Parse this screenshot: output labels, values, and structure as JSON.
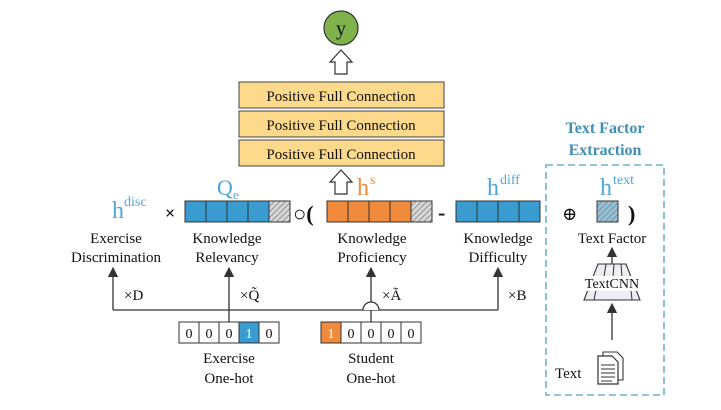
{
  "output": {
    "label": "y"
  },
  "fc_layers": [
    "Positive Full Connection",
    "Positive Full Connection",
    "Positive Full Connection"
  ],
  "vectors": {
    "h_disc": {
      "base": "h",
      "sup": "disc"
    },
    "q_e": {
      "base": "Q",
      "sub": "e"
    },
    "h_s": {
      "base": "h",
      "sup": "s"
    },
    "h_diff": {
      "base": "h",
      "sup": "diff"
    },
    "h_text": {
      "base": "h",
      "sup": "text"
    }
  },
  "operators": {
    "times": "×",
    "hadamard_open": "○(",
    "minus": "-",
    "oplus": "⊕",
    "close": ")"
  },
  "labels": {
    "exercise_discrimination": [
      "Exercise",
      "Discrimination"
    ],
    "knowledge_relevancy": [
      "Knowledge",
      "Relevancy"
    ],
    "knowledge_proficiency": [
      "Knowledge",
      "Proficiency"
    ],
    "knowledge_difficulty": [
      "Knowledge",
      "Difficulty"
    ],
    "text_factor": "Text Factor",
    "exercise_onehot": [
      "Exercise",
      "One-hot"
    ],
    "student_onehot": [
      "Student",
      "One-hot"
    ]
  },
  "multipliers": {
    "d": "×D",
    "q_tilde": "×Q̃",
    "a_tilde": "×Ã",
    "b": "×B"
  },
  "onehots": {
    "exercise": [
      "0",
      "0",
      "0",
      "1",
      "0"
    ],
    "student": [
      "1",
      "0",
      "0",
      "0",
      "0"
    ]
  },
  "panel": {
    "title": [
      "Text Factor",
      "Extraction"
    ],
    "textcnn": "TextCNN",
    "text": "Text"
  },
  "colors": {
    "blue": "#3a9bd0",
    "blue_text": "#4fa6d8",
    "orange": "#f08a3c",
    "orange_text": "#f08a3c",
    "green": "#7fb24a",
    "fc_fill": "#fdd98b",
    "panel_border": "#6fb1cf",
    "panel_title": "#3f8fb5"
  }
}
